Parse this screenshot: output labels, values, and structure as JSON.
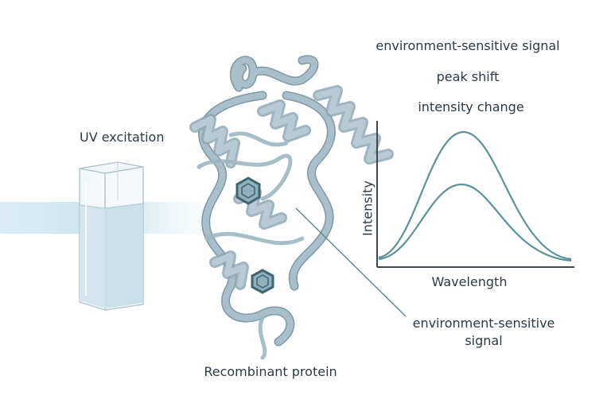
{
  "labels": {
    "uv_excitation": "UV excitation",
    "recombinant_protein": "Recombinant protein",
    "env_signal_top": "environment-sensitive signal",
    "peak_shift": "peak shift",
    "intensity_change": "intensity change",
    "callout_line1": "environment-sensitive",
    "callout_line2": "signal"
  },
  "graph": {
    "x_label": "Wavelength",
    "y_label": "Intensity"
  },
  "colors": {
    "protein": "#9fb7c1",
    "protein_dark": "#6f8e9b",
    "curve": "#5c9299",
    "axis": "#3d4a52",
    "beam": "#cfe5ee",
    "cuvette_liquid": "#cfe3ec",
    "cuvette_edge": "#aebfc8",
    "text": "#2b3a44"
  }
}
